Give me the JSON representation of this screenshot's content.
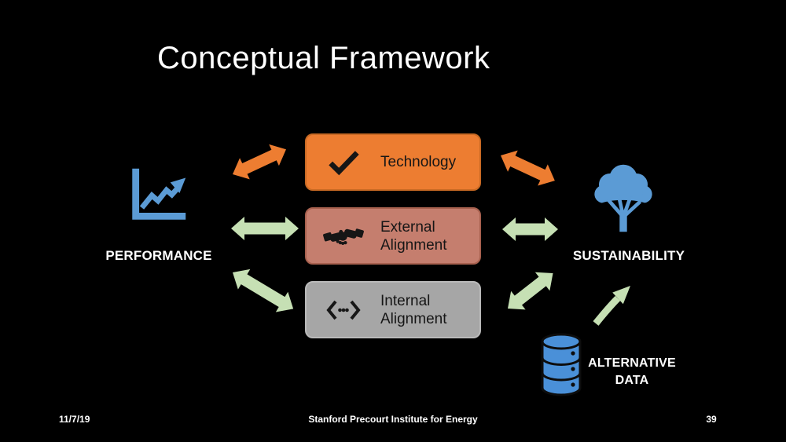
{
  "slide": {
    "title": "Conceptual Framework",
    "footer": {
      "date": "11/7/19",
      "organization": "Stanford Precourt Institute for Energy",
      "page_number": "39"
    }
  },
  "diagram": {
    "left_node": {
      "label": "PERFORMANCE",
      "icon": "line-chart-icon"
    },
    "right_node": {
      "label": "SUSTAINABILITY",
      "icon": "tree-icon"
    },
    "bottom_node": {
      "label": "ALTERNATIVE DATA",
      "icon": "database-icon"
    },
    "boxes": [
      {
        "label": "Technology",
        "icon": "checkmark-icon"
      },
      {
        "label": "External Alignment",
        "icon": "handshake-icon"
      },
      {
        "label": "Internal Alignment",
        "icon": "angle-dots-icon"
      }
    ],
    "arrows": [
      "performance-technology (orange, two-headed)",
      "performance-external-alignment (green, two-headed)",
      "performance-internal-alignment (green, two-headed)",
      "technology-sustainability (orange, two-headed)",
      "external-alignment-sustainability (green, two-headed)",
      "internal-alignment-sustainability (green, two-headed)",
      "alternative-data-sustainability (green, curved, one-headed)"
    ]
  },
  "colors": {
    "background": "#000000",
    "text_light": "#ffffff",
    "text_dark": "#161616",
    "box_orange": "#ED7D31",
    "box_salmon": "#C57E6E",
    "box_gray": "#A6A6A6",
    "arrow_orange": "#ED7D31",
    "arrow_green": "#C6E0B4",
    "icon_blue": "#5B9BD5",
    "database_blue": "#4A90D8"
  }
}
